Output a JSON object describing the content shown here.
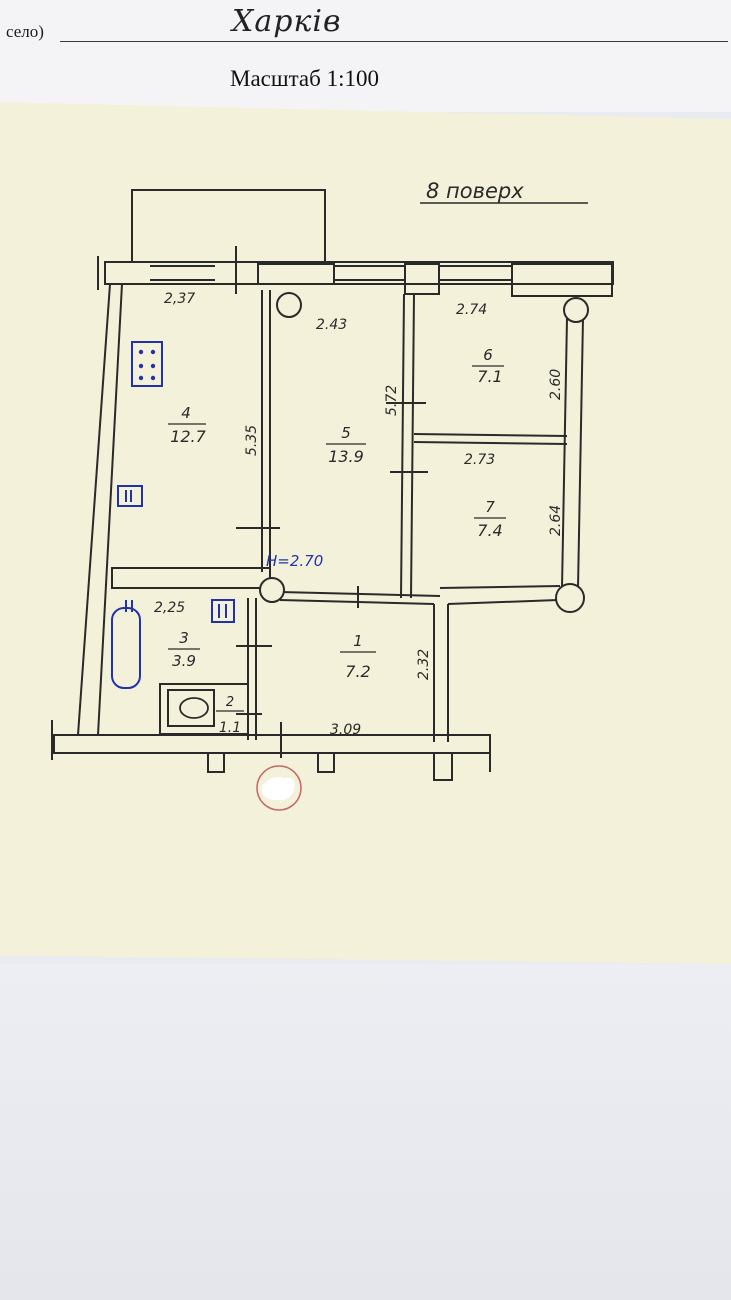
{
  "header": {
    "label": "село)",
    "city": "Харків",
    "scale": "Масштаб 1:100"
  },
  "plan": {
    "floor_label": "8 поверх",
    "ceiling_height": "H=2.70",
    "rooms": [
      {
        "number": "1",
        "area": "7.2"
      },
      {
        "number": "2",
        "area": "1.1"
      },
      {
        "number": "3",
        "area": "3.9"
      },
      {
        "number": "4",
        "area": "12.7"
      },
      {
        "number": "5",
        "area": "13.9"
      },
      {
        "number": "6",
        "area": "7.1"
      },
      {
        "number": "7",
        "area": "7.4"
      }
    ],
    "dimensions": {
      "room4_width": "2,37",
      "room4_length": "5.35",
      "room5_width": "2.43",
      "room5_length": "5.72",
      "room6_width": "2.74",
      "room6_length": "2.60",
      "room7_width": "2.73",
      "room7_length": "2.64",
      "room3_width": "2,25",
      "room1_width": "3.09",
      "room1_length": "2.32"
    }
  },
  "colors": {
    "paper": "#f4f1da",
    "ink": "#2a2a2a",
    "blue_ink": "#2233aa"
  }
}
